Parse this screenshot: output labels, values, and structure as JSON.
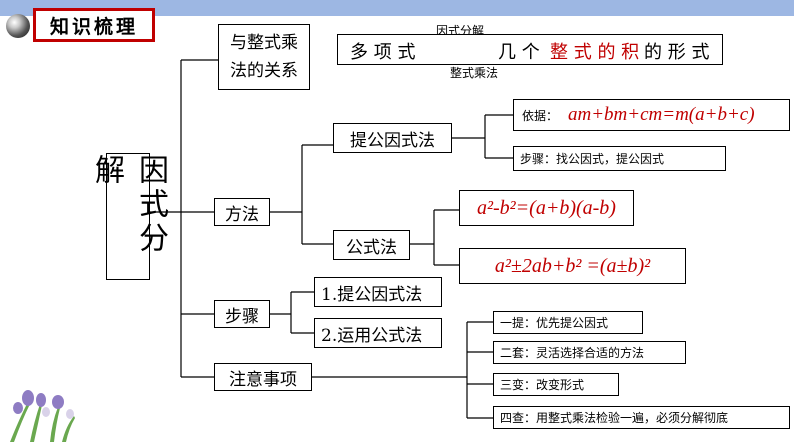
{
  "header": {
    "title": "知识梳理"
  },
  "root": {
    "label": "因式分解"
  },
  "relation": {
    "label": "与整式乘法的关系",
    "line1": "与整式乘",
    "line2": "法的关系",
    "top_note": "因式分解",
    "bottom_note": "整式乘法",
    "sentence_start": "多 项 式",
    "sentence_mid": "几 个",
    "sentence_red": "整 式 的 积",
    "sentence_end": "的 形 式"
  },
  "methods": {
    "label": "方法",
    "extract": {
      "label": "提公因式法",
      "basis_label": "依据：",
      "basis_formula": "am+bm+cm=m(a+b+c)",
      "steps": "步骤：找公因式，提公因式"
    },
    "formula": {
      "label": "公式法",
      "f1": "a²-b²=(a+b)(a-b)",
      "f2": "a²±2ab+b² =(a±b)²"
    }
  },
  "steps": {
    "label": "步骤",
    "items": [
      "1.提公因式法",
      "2.运用公式法"
    ]
  },
  "notes": {
    "label": "注意事项",
    "items": [
      "一提：优先提公因式",
      "二套：灵活选择合适的方法",
      "三变：改变形式",
      "四查：用整式乘法检验一遍，必须分解彻底"
    ]
  },
  "colors": {
    "accent": "#c00000",
    "topbar": "#9db7e3"
  }
}
